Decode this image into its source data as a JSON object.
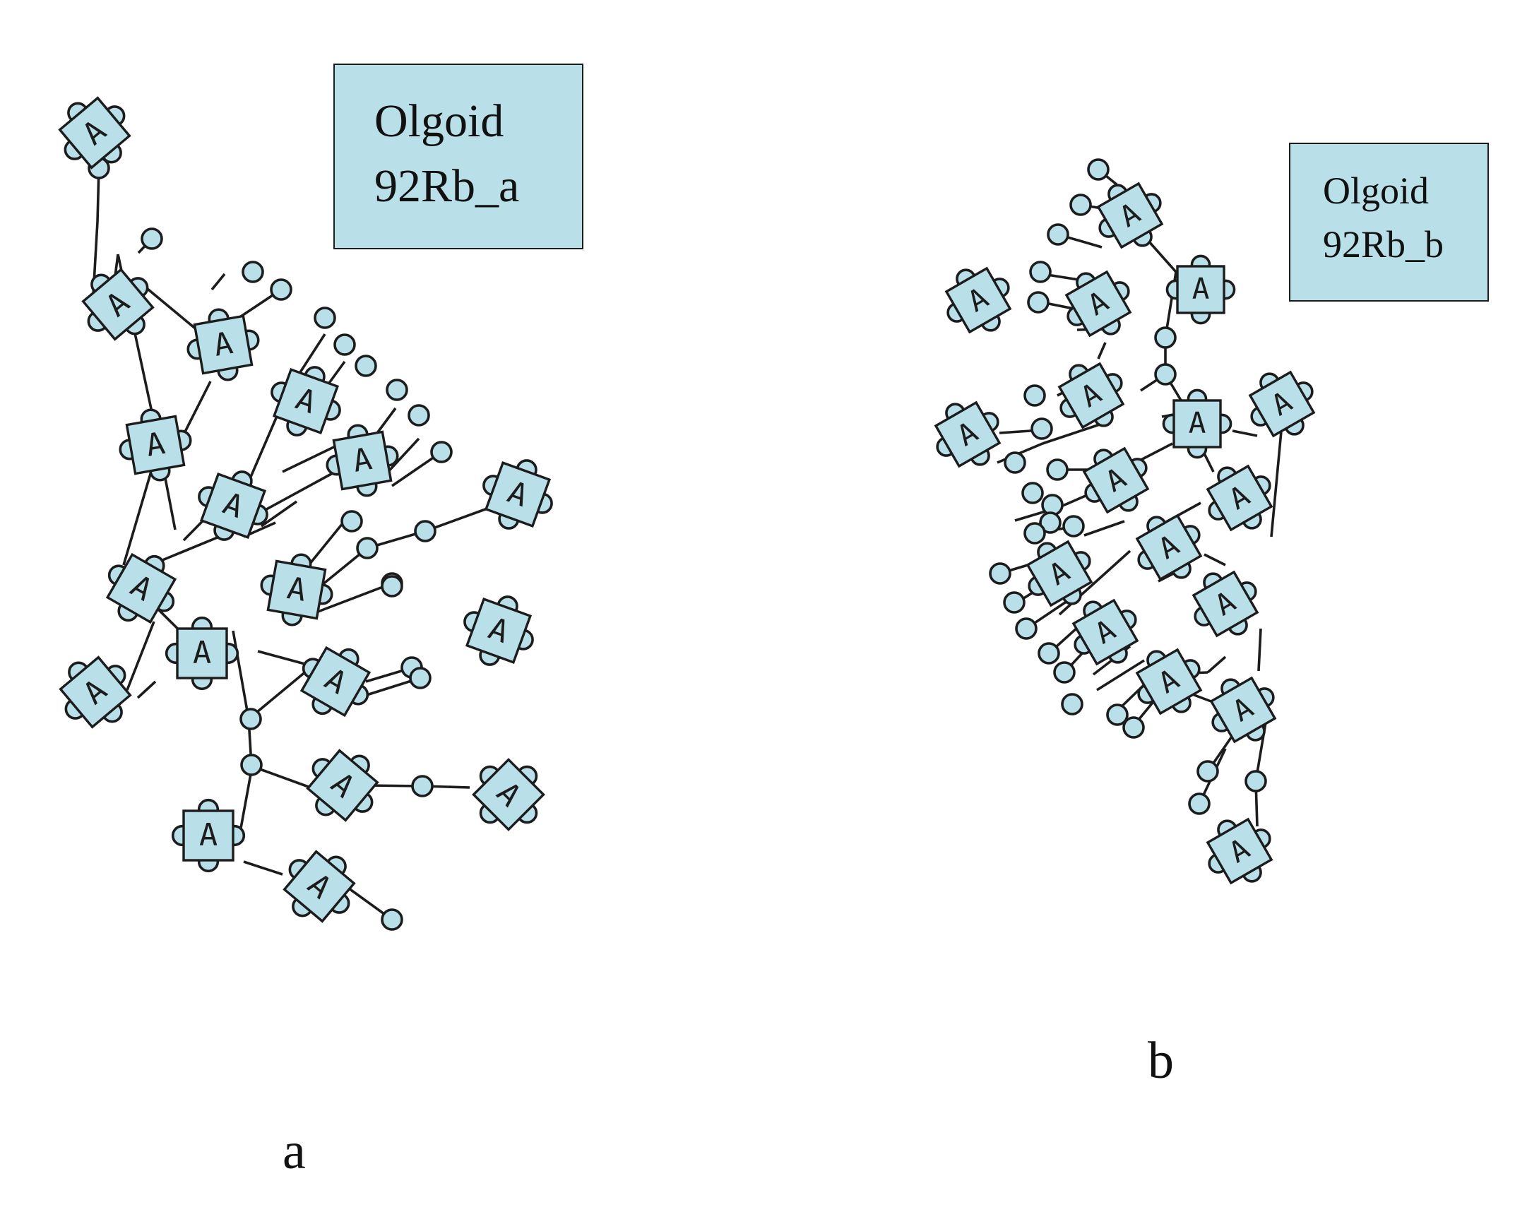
{
  "panel_a": {
    "label_line1": "Olgoid",
    "label_line2": "92Rb_a",
    "caption": "a"
  },
  "panel_b": {
    "label_line1": "Olgoid",
    "label_line2": "92Rb_b",
    "caption": "b"
  },
  "unit_letter": "A",
  "colors": {
    "node_fill": "#b9dfe9",
    "stroke": "#1c1c1c",
    "background": "#ffffff"
  }
}
